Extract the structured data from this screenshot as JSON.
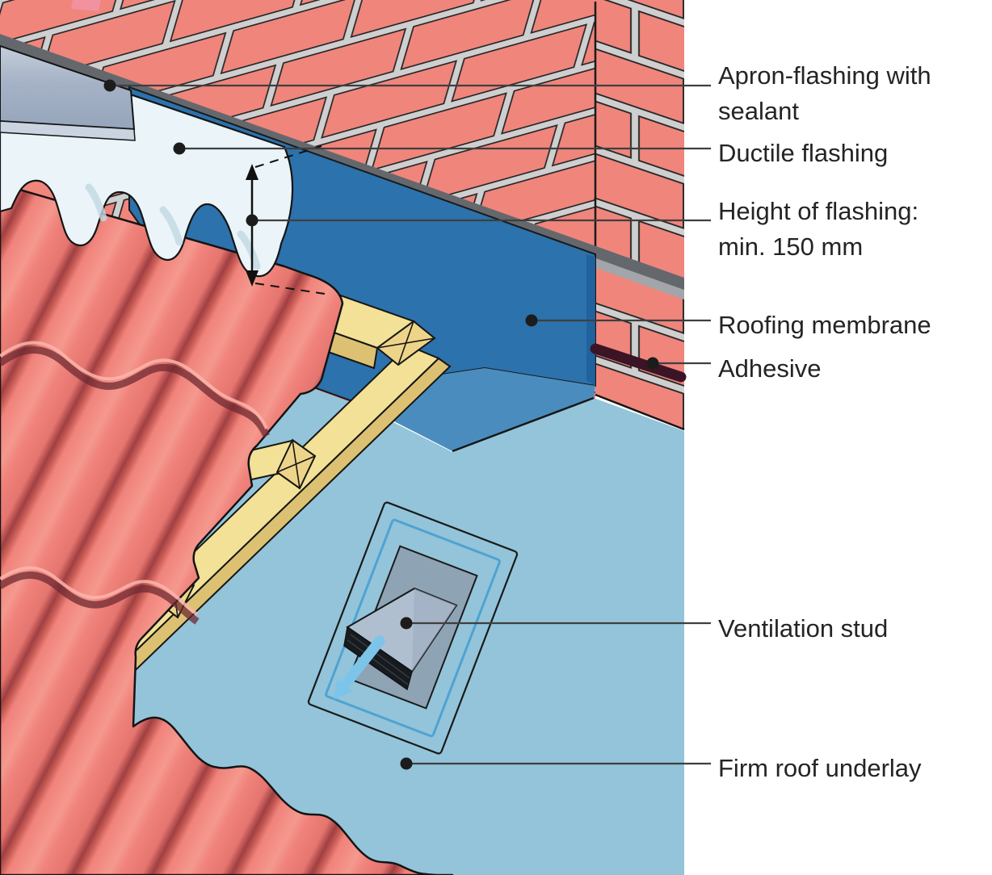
{
  "figure": {
    "type": "technical-illustration",
    "subject": "Roof-to-wall junction flashing detail with ventilation stud",
    "labels": {
      "apron": {
        "line1": "Apron-flashing with",
        "line2": "sealant"
      },
      "ductile": {
        "line1": "Ductile flashing"
      },
      "height": {
        "line1": "Height of flashing:",
        "line2": "min. 150 mm"
      },
      "membrane": {
        "line1": "Roofing membrane"
      },
      "adhesive": {
        "line1": "Adhesive"
      },
      "vent": {
        "line1": "Ventilation stud"
      },
      "underlay": {
        "line1": "Firm roof underlay"
      }
    },
    "dimension": {
      "text": "min. 150 mm",
      "applies_to": "Height of flashing"
    },
    "icons": {
      "airflow_arrow": "airflow-direction-arrow",
      "leader_dot": "callout-anchor-dot"
    },
    "colors": {
      "brick": "#F0857C",
      "mortar": "#CFCFCF",
      "membrane": "#2C72AC",
      "membrane_light": "#4A8CBE",
      "underlay": "#93C4D9",
      "tile": "#F0837B",
      "tile_shadow": "#A03F42",
      "batten": "#F2E196",
      "batten_side": "#DCC173",
      "batten_end": "#EDD488",
      "ductile_flashing": "#EAF4F9",
      "apron_panel": "#9FAEC4",
      "apron_lip": "#C9D4E0",
      "apron_strip": "#64686D",
      "vent_plate": "#8EA3B4",
      "vent_hood": "#AFBFD0",
      "vent_grille": "#171B1F",
      "airflow_arrow": "#7CC4EA",
      "adhesive": "#3B1426",
      "outline": "#1A1A1A",
      "leader": "#3F3F3F",
      "text": "#262324"
    }
  }
}
